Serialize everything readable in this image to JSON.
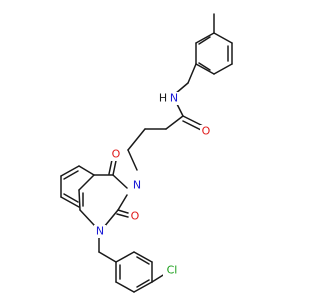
{
  "colors": {
    "carbon_bond": "#1a1a1a",
    "nitrogen": "#1a1ad6",
    "oxygen": "#e01a1a",
    "chlorine": "#1a9e1a",
    "hydrogen": "#1a1a1a",
    "background": "#ffffff"
  },
  "atom_labels": {
    "amide_n": "N",
    "amide_h": "H",
    "amide_o": "O",
    "ring_n3": "N",
    "ring_n1": "N",
    "c4_o": "O",
    "c2_o": "O",
    "cl": "Cl"
  }
}
